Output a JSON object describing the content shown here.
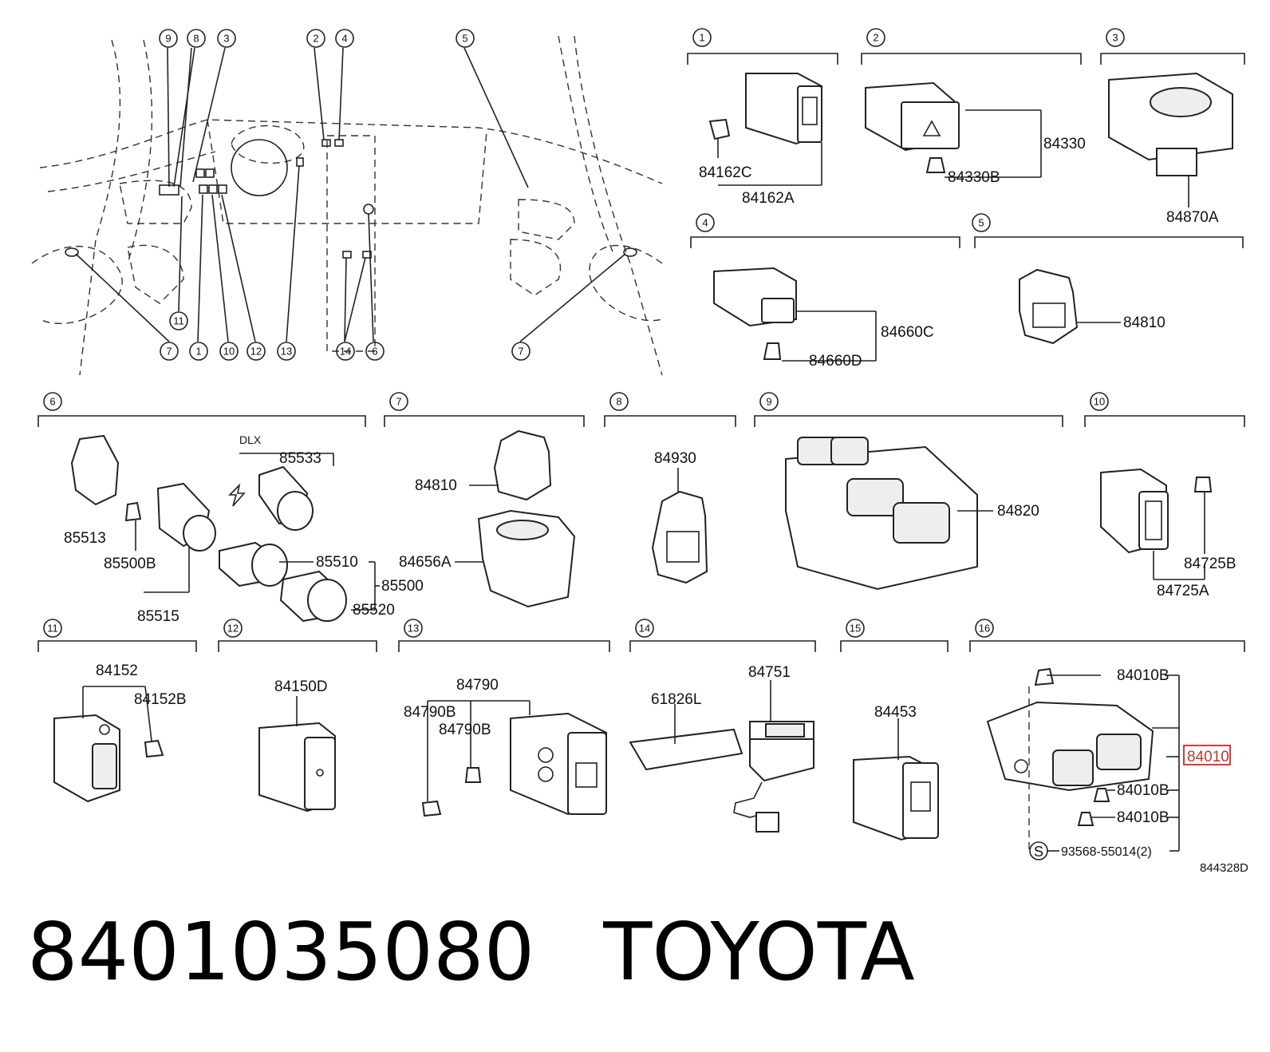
{
  "sections": [
    {
      "num": "1"
    },
    {
      "num": "2"
    },
    {
      "num": "3"
    },
    {
      "num": "4"
    },
    {
      "num": "5"
    },
    {
      "num": "6"
    },
    {
      "num": "7"
    },
    {
      "num": "8"
    },
    {
      "num": "9"
    },
    {
      "num": "10"
    },
    {
      "num": "11"
    },
    {
      "num": "12"
    },
    {
      "num": "13"
    },
    {
      "num": "14"
    },
    {
      "num": "15"
    },
    {
      "num": "16"
    }
  ],
  "overview_callouts": [
    "9",
    "8",
    "3",
    "2",
    "4",
    "5",
    "11",
    "7",
    "1",
    "10",
    "12",
    "13",
    "14",
    "6",
    "7"
  ],
  "part_labels": {
    "s1": [
      "84162C",
      "84162A"
    ],
    "s2": [
      "84330",
      "84330B"
    ],
    "s3": [
      "84870A"
    ],
    "s4": [
      "84660C",
      "84660D"
    ],
    "s5": [
      "84810"
    ],
    "s6": [
      "DLX",
      "85533",
      "85513",
      "85500B",
      "85510",
      "85500",
      "85520",
      "85515"
    ],
    "s7": [
      "84810",
      "84656A"
    ],
    "s8": [
      "84930"
    ],
    "s9": [
      "84820"
    ],
    "s10": [
      "84725B",
      "84725A"
    ],
    "s11": [
      "84152",
      "84152B"
    ],
    "s12": [
      "84150D"
    ],
    "s13": [
      "84790",
      "84790B",
      "84790B"
    ],
    "s14": [
      "61826L",
      "84751"
    ],
    "s15": [
      "84453"
    ],
    "s16": [
      "84010B",
      "84010",
      "84010B",
      "84010B",
      "S",
      "93568-55014(2)"
    ]
  },
  "drawing_code": "844328D",
  "caption": {
    "part_number": "8401035080",
    "brand": "TOYOTA"
  },
  "highlight_color": "#dd2222"
}
